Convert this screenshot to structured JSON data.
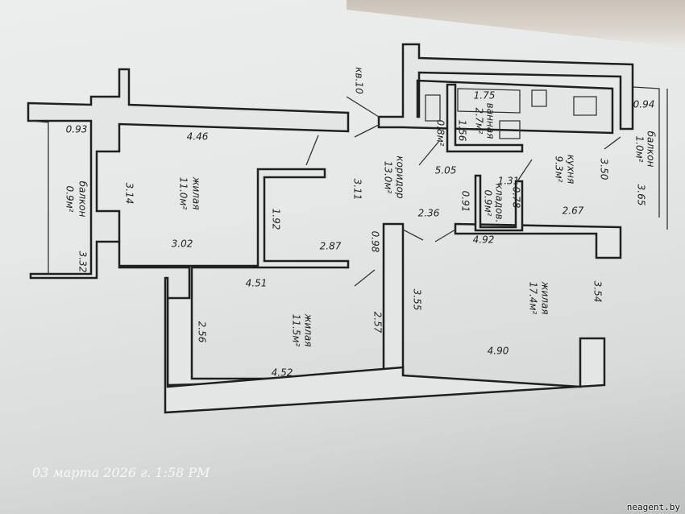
{
  "plan": {
    "apartment_label": "кв.10",
    "rooms": {
      "living1": {
        "name": "жилая",
        "area": "11.0м²"
      },
      "balcony1": {
        "name": "балкон",
        "area": "0.9м²"
      },
      "living2": {
        "name": "жилая",
        "area": "11.5м²"
      },
      "corridor": {
        "name": "коридор",
        "area": "13.0м²"
      },
      "wc": {
        "area": "0.8м²"
      },
      "bath": {
        "name": "ванная",
        "area": "2.7м²"
      },
      "kitchen": {
        "name": "кухня",
        "area": "9.3м²"
      },
      "storage": {
        "name": "кладов.",
        "area": "0.9м²"
      },
      "balcony2": {
        "name": "балкон",
        "area": "1.0м²"
      },
      "living3": {
        "name": "жилая",
        "area": "17.4м²"
      }
    },
    "dims": {
      "d093": "0.93",
      "d446": "4.46",
      "d314": "3.14",
      "d192": "1.92",
      "d302": "3.02",
      "d287": "2.87",
      "d332": "3.32",
      "d098": "0.98",
      "d451": "4.51",
      "d257": "2.57",
      "d256": "2.56",
      "d452": "4.52",
      "d311": "3.11",
      "d505": "5.05",
      "d175": "1.75",
      "d156": "1.56",
      "d131": "1.31",
      "d078": "0.78",
      "d091": "0.91",
      "d236": "2.36",
      "d267": "2.67",
      "d350": "3.50",
      "d094": "0.94",
      "d365": "3.65",
      "d492": "4.92",
      "d355": "3.55",
      "d354": "3.54",
      "d490": "4.90"
    }
  },
  "photo_timestamp": "03 марта 2026 г. 1:58 PM",
  "watermark": "neagent.by"
}
